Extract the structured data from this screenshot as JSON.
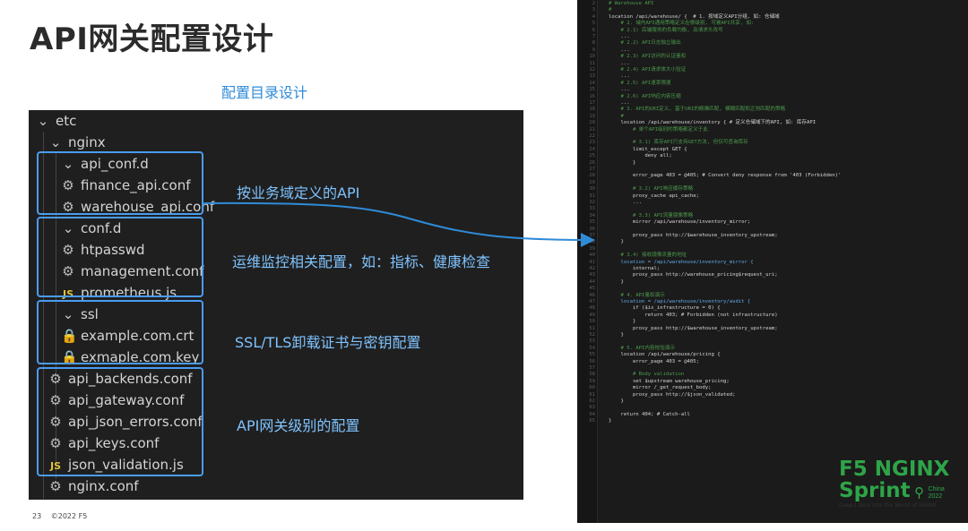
{
  "title": "API网关配置设计",
  "subtitle": "配置目录设计",
  "tree": {
    "items": [
      {
        "label": "etc",
        "icon": "chevron-down-icon"
      },
      {
        "label": "nginx",
        "icon": "chevron-down-icon"
      },
      {
        "label": "api_conf.d",
        "icon": "chevron-down-icon"
      },
      {
        "label": "finance_api.conf",
        "icon": "gear-icon"
      },
      {
        "label": "warehouse_api.conf",
        "icon": "gear-icon"
      },
      {
        "label": "conf.d",
        "icon": "chevron-down-icon"
      },
      {
        "label": "htpasswd",
        "icon": "gear-icon"
      },
      {
        "label": "management.conf",
        "icon": "gear-icon"
      },
      {
        "label": "prometheus.js",
        "icon": "js-file-icon"
      },
      {
        "label": "ssl",
        "icon": "chevron-down-icon"
      },
      {
        "label": "example.com.crt",
        "icon": "lock-icon"
      },
      {
        "label": "exmaple.com.key",
        "icon": "lock-icon"
      },
      {
        "label": "api_backends.conf",
        "icon": "gear-icon"
      },
      {
        "label": "api_gateway.conf",
        "icon": "gear-icon"
      },
      {
        "label": "api_json_errors.conf",
        "icon": "gear-icon"
      },
      {
        "label": "api_keys.conf",
        "icon": "gear-icon"
      },
      {
        "label": "json_validation.js",
        "icon": "js-file-icon"
      },
      {
        "label": "nginx.conf",
        "icon": "gear-icon"
      }
    ],
    "js_badge": "JS"
  },
  "annotations": {
    "business": "按业务域定义的API",
    "ops": "运维监控相关配置，如：指标、健康检查",
    "ssl": "SSL/TLS卸载证书与密钥配置",
    "gateway": "API网关级别的配置"
  },
  "code": {
    "lines": [
      {
        "n": "2",
        "t": "# Warehouse API",
        "c": "c"
      },
      {
        "n": "3",
        "t": "#",
        "c": "c"
      },
      {
        "n": "4",
        "t": "location /api/warehouse/ {  # 1. 按域定义API分组, 如: 仓储域",
        "c": ""
      },
      {
        "n": "5",
        "t": "    # 2. 域内API通用策略定义在根级别, 可被API共享, 如:",
        "c": "c"
      },
      {
        "n": "6",
        "t": "    # 2.1) 后端服务的负载均衡, 及请求头改写",
        "c": "c"
      },
      {
        "n": "7",
        "t": "    ...",
        "c": ""
      },
      {
        "n": "8",
        "t": "    # 2.2) API日志独立输出",
        "c": "c"
      },
      {
        "n": "9",
        "t": "    ...",
        "c": ""
      },
      {
        "n": "10",
        "t": "    # 2.3) API访问的认证鉴权",
        "c": "c"
      },
      {
        "n": "11",
        "t": "    ...",
        "c": ""
      },
      {
        "n": "12",
        "t": "    # 2.4) API请求体大小验证",
        "c": "c"
      },
      {
        "n": "13",
        "t": "    ...",
        "c": ""
      },
      {
        "n": "14",
        "t": "    # 2.5) API速率限速",
        "c": "c"
      },
      {
        "n": "15",
        "t": "    ...",
        "c": ""
      },
      {
        "n": "16",
        "t": "    # 2.6) API响应内容压缩",
        "c": "c"
      },
      {
        "n": "17",
        "t": "    ...",
        "c": ""
      },
      {
        "n": "18",
        "t": "    # 3. API的URI定义, 基于URI的精确匹配, 模糊匹配和正则匹配的策略",
        "c": "c"
      },
      {
        "n": "19",
        "t": "    #",
        "c": "c"
      },
      {
        "n": "20",
        "t": "    location /api/warehouse/inventory { # 定义仓储域下的API, 如: 库存API",
        "c": ""
      },
      {
        "n": "21",
        "t": "        # 单个API级别的策略都定义于此",
        "c": "c"
      },
      {
        "n": "22",
        "t": "",
        "c": ""
      },
      {
        "n": "23",
        "t": "        # 3.1) 库存API只支持GET方法, 但仅可查询库存",
        "c": "c"
      },
      {
        "n": "24",
        "t": "        limit_except GET {",
        "c": ""
      },
      {
        "n": "25",
        "t": "            deny all;",
        "c": ""
      },
      {
        "n": "26",
        "t": "        }",
        "c": ""
      },
      {
        "n": "27",
        "t": "",
        "c": ""
      },
      {
        "n": "28",
        "t": "        error_page 403 = @405; # Convert deny response from '403 (Forbidden)'",
        "c": ""
      },
      {
        "n": "29",
        "t": "",
        "c": ""
      },
      {
        "n": "30",
        "t": "        # 3.2) API响应缓存策略",
        "c": "c"
      },
      {
        "n": "31",
        "t": "        proxy_cache api_cache;",
        "c": ""
      },
      {
        "n": "32",
        "t": "        ...",
        "c": ""
      },
      {
        "n": "33",
        "t": "",
        "c": ""
      },
      {
        "n": "34",
        "t": "        # 3.3) API流量镜像策略",
        "c": "c"
      },
      {
        "n": "35",
        "t": "        mirror /api/warehouse/inventory_mirror;",
        "c": ""
      },
      {
        "n": "36",
        "t": "",
        "c": ""
      },
      {
        "n": "37",
        "t": "        proxy_pass http://$warehouse_inventory_upstream;",
        "c": ""
      },
      {
        "n": "38",
        "t": "    }",
        "c": ""
      },
      {
        "n": "39",
        "t": "",
        "c": ""
      },
      {
        "n": "40",
        "t": "    # 3.4) 接收镜像流量的地址",
        "c": "c"
      },
      {
        "n": "41",
        "t": "    location = /api/warehouse/inventory_mirror {",
        "c": "k"
      },
      {
        "n": "42",
        "t": "        internal;",
        "c": ""
      },
      {
        "n": "43",
        "t": "        proxy_pass http://warehouse_pricing$request_uri;",
        "c": ""
      },
      {
        "n": "44",
        "t": "    }",
        "c": ""
      },
      {
        "n": "45",
        "t": "",
        "c": ""
      },
      {
        "n": "46",
        "t": "    # 4. API鉴权演示",
        "c": "c"
      },
      {
        "n": "47",
        "t": "    location = /api/warehouse/inventory/audit {",
        "c": "k"
      },
      {
        "n": "48",
        "t": "        if ($is_infrastructure = 0) {",
        "c": ""
      },
      {
        "n": "49",
        "t": "            return 403; # Forbidden (not infrastructure)",
        "c": ""
      },
      {
        "n": "50",
        "t": "        }",
        "c": ""
      },
      {
        "n": "51",
        "t": "        proxy_pass http://$warehouse_inventory_upstream;",
        "c": ""
      },
      {
        "n": "52",
        "t": "    }",
        "c": ""
      },
      {
        "n": "53",
        "t": "",
        "c": ""
      },
      {
        "n": "54",
        "t": "    # 5. API内容校验演示",
        "c": "c"
      },
      {
        "n": "55",
        "t": "    location /api/warehouse/pricing {",
        "c": ""
      },
      {
        "n": "56",
        "t": "        error_page 403 = @405;",
        "c": ""
      },
      {
        "n": "57",
        "t": "",
        "c": ""
      },
      {
        "n": "58",
        "t": "        # Body validation",
        "c": "c"
      },
      {
        "n": "59",
        "t": "        set $upstream warehouse_pricing;",
        "c": ""
      },
      {
        "n": "60",
        "t": "        mirror /_get_request_body;",
        "c": ""
      },
      {
        "n": "61",
        "t": "        proxy_pass http://$json_validated;",
        "c": ""
      },
      {
        "n": "62",
        "t": "    }",
        "c": ""
      },
      {
        "n": "63",
        "t": "",
        "c": ""
      },
      {
        "n": "64",
        "t": "    return 404; # Catch-all",
        "c": ""
      },
      {
        "n": "65",
        "t": "}",
        "c": ""
      }
    ]
  },
  "sponsor": {
    "line1": "F5 NGINX",
    "line2": "Sprint",
    "china": "China",
    "year": "2022",
    "tagline": "Deep | Dive into the World of NGINX"
  },
  "footer": {
    "page": "23",
    "copyright": "©2022 F5"
  },
  "colors": {
    "accent": "#4a9cf0",
    "brand_green": "#2ea448",
    "tree_bg": "#1f1f1f",
    "code_bg": "#1b1b1b"
  }
}
